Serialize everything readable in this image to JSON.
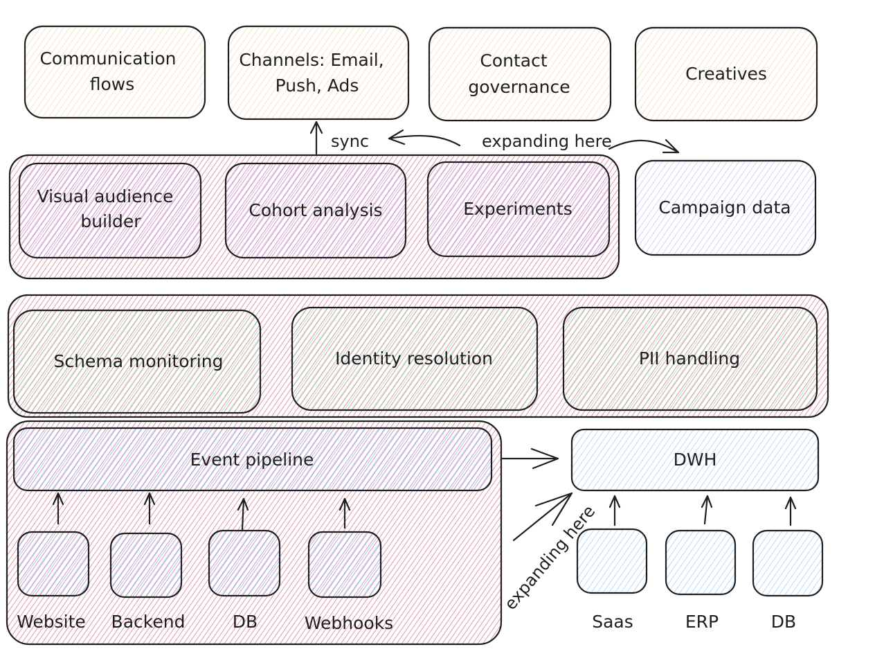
{
  "diagram": {
    "colors": {
      "stroke": "#1e1e1e",
      "peach": "#f5c58a",
      "magenta": "#c2255c",
      "lavender": "#b197fc",
      "blue": "#74c0fc",
      "green": "#b2f2bb"
    },
    "top_row": [
      {
        "id": "communication-flows",
        "lines": [
          "Communication",
          "flows"
        ]
      },
      {
        "id": "channels",
        "lines": [
          "Channels: Email,",
          "Push, Ads"
        ]
      },
      {
        "id": "contact-governance",
        "lines": [
          "Contact",
          "governance"
        ]
      },
      {
        "id": "creatives",
        "lines": [
          "Creatives"
        ]
      }
    ],
    "analytics_group": {
      "items": [
        {
          "id": "visual-audience-builder",
          "lines": [
            "Visual audience",
            "builder"
          ]
        },
        {
          "id": "cohort-analysis",
          "lines": [
            "Cohort analysis"
          ]
        },
        {
          "id": "experiments",
          "lines": [
            "Experiments"
          ]
        }
      ]
    },
    "campaign_data": {
      "lines": [
        "Campaign data"
      ]
    },
    "governance_group": {
      "items": [
        {
          "id": "schema-monitoring",
          "lines": [
            "Schema monitoring"
          ]
        },
        {
          "id": "identity-resolution",
          "lines": [
            "Identity resolution"
          ]
        },
        {
          "id": "pii-handling",
          "lines": [
            "PII handling"
          ]
        }
      ]
    },
    "ingestion_group": {
      "pipeline": {
        "lines": [
          "Event pipeline"
        ]
      },
      "sources": [
        "Website",
        "Backend",
        "DB",
        "Webhooks"
      ]
    },
    "warehouse": {
      "dwh": {
        "lines": [
          "DWH"
        ]
      },
      "sources": [
        "Saas",
        "ERP",
        "DB"
      ]
    },
    "annotations": {
      "sync": "sync",
      "expanding_top": "expanding here",
      "expanding_bottom": "expanding here"
    }
  }
}
